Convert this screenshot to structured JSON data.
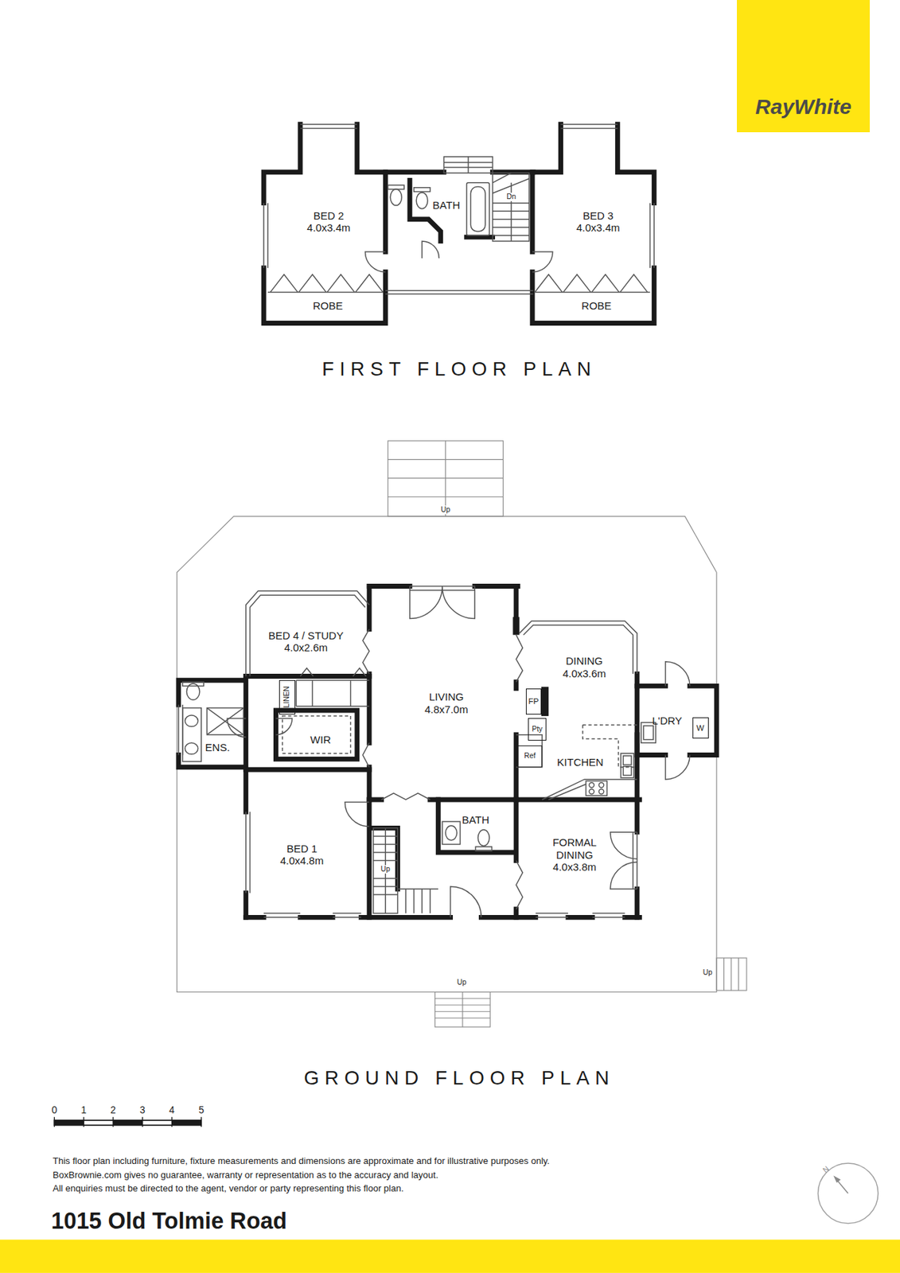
{
  "diagram": {
    "title": "1015 Old Tolmie Road",
    "nodes": [
      {
        "text": [
          "RayWhite"
        ]
      },
      {
        "text": [
          "BED 2",
          "4.0x3.4m"
        ]
      },
      {
        "text": [
          "BATH"
        ]
      },
      {
        "text": [
          "BED 3",
          "4.0x3.4m"
        ]
      },
      {
        "text": [
          "ROBE"
        ]
      },
      {
        "text": [
          "ROBE"
        ]
      },
      {
        "text": [
          "BED 4 / STUDY",
          "4.0x2.6m"
        ]
      },
      {
        "text": [
          "LIVING",
          "4.8x7.0m"
        ]
      },
      {
        "text": [
          "DINING",
          "4.0x3.6m"
        ]
      },
      {
        "text": [
          "FP"
        ]
      },
      {
        "text": [
          "L'DRY"
        ]
      },
      {
        "text": [
          "W"
        ],
        "in": 10
      },
      {
        "text": [
          "LINEN"
        ]
      },
      {
        "text": [
          "WIR"
        ]
      },
      {
        "text": [
          "Pty"
        ]
      },
      {
        "text": [
          "ENS."
        ]
      },
      {
        "text": [
          "Ref"
        ]
      },
      {
        "text": [
          "KITCHEN"
        ]
      },
      {
        "text": [
          "BATH"
        ]
      },
      {
        "text": [
          "BED 1",
          "4.0x4.8m"
        ]
      },
      {
        "text": [
          "FORMAL DINING",
          "4.0x3.8m"
        ]
      }
    ],
    "labels": [
      "Dn",
      "FIRST FLOOR PLAN",
      "Up",
      "Up",
      "Up",
      "Up",
      "GROUND FLOOR PLAN",
      "0",
      "1",
      "2",
      "3",
      "4",
      "5",
      "This floor plan including furniture, fixture measurements and dimensions are approximate and for illustrative purposes only.",
      "BoxBrownie.com gives no guarantee, warranty or representation as to the accuracy and layout.",
      "All enquiries must be directed to the agent, vendor or party representing this floor plan.",
      "N"
    ]
  }
}
